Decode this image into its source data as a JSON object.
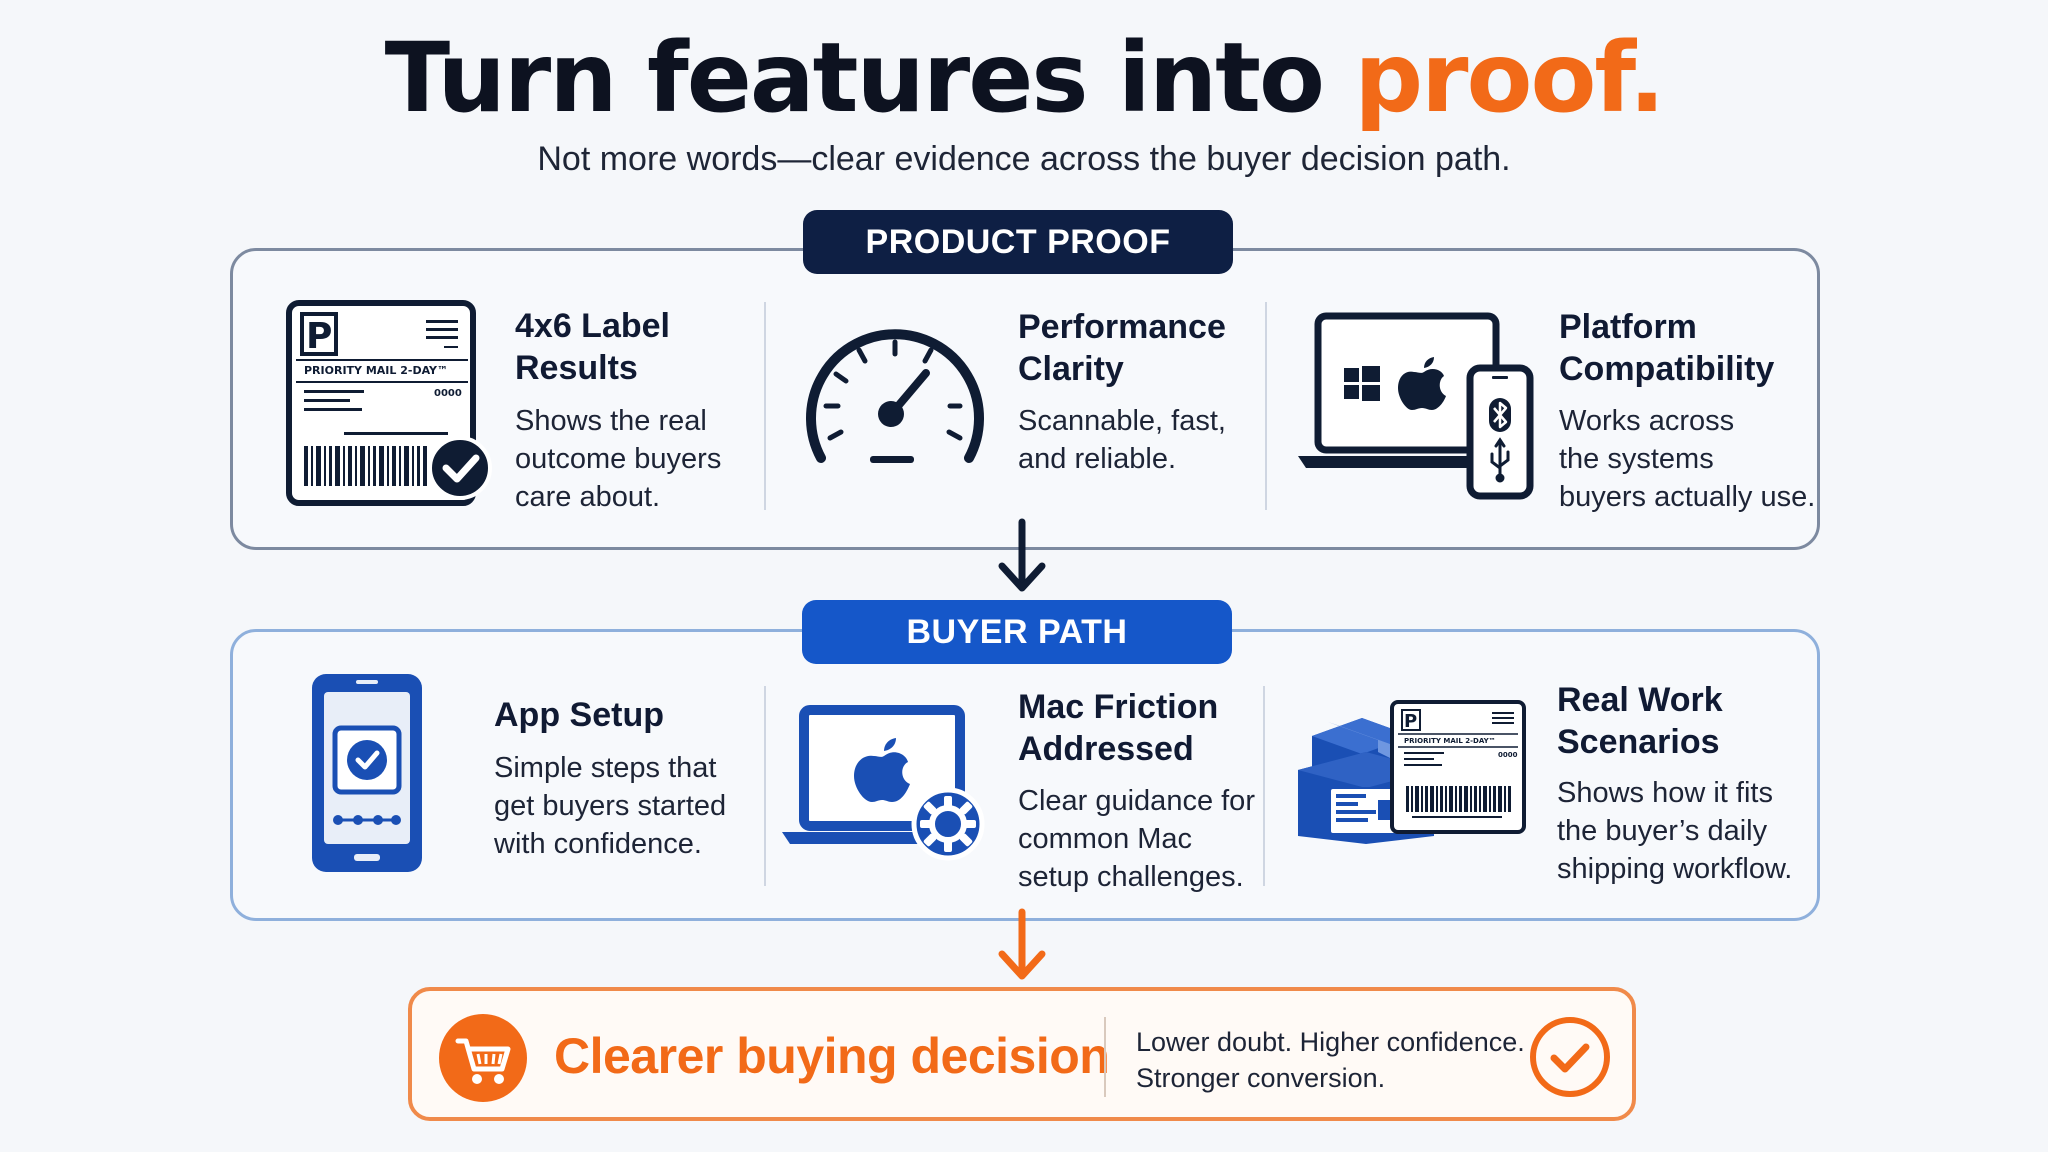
{
  "header": {
    "title_main": "Turn features into ",
    "title_accent": "proof.",
    "subtitle": "Not more words—clear evidence across the buyer decision path."
  },
  "product_proof": {
    "label": "PRODUCT PROOF",
    "cards": [
      {
        "title_lines": [
          "4x6 Label",
          "Results"
        ],
        "desc_lines": [
          "Shows the real",
          "outcome buyers",
          "care about."
        ],
        "icon": "shipping-label-check-icon",
        "icon_text": {
          "letter": "P",
          "service": "PRIORITY MAIL 2-DAY™",
          "code": "0000"
        }
      },
      {
        "title_lines": [
          "Performance",
          "Clarity"
        ],
        "desc_lines": [
          "Scannable, fast,",
          "and reliable."
        ],
        "icon": "speedometer-icon"
      },
      {
        "title_lines": [
          "Platform",
          "Compatibility"
        ],
        "desc_lines": [
          "Works across",
          "the systems",
          "buyers actually use."
        ],
        "icon": "laptop-phone-platforms-icon"
      }
    ]
  },
  "buyer_path": {
    "label": "BUYER PATH",
    "cards": [
      {
        "title_lines": [
          "App Setup"
        ],
        "desc_lines": [
          "Simple steps that",
          "get buyers started",
          "with confidence."
        ],
        "icon": "phone-check-icon"
      },
      {
        "title_lines": [
          "Mac Friction",
          "Addressed"
        ],
        "desc_lines": [
          "Clear guidance for",
          "common Mac",
          "setup challenges."
        ],
        "icon": "mac-laptop-gear-icon"
      },
      {
        "title_lines": [
          "Real Work",
          "Scenarios"
        ],
        "desc_lines": [
          "Shows how it fits",
          "the buyer’s daily",
          "shipping workflow."
        ],
        "icon": "boxes-label-icon",
        "icon_text": {
          "letter": "P",
          "service": "PRIORITY MAIL 2-DAY™",
          "code": "0000"
        }
      }
    ]
  },
  "decision": {
    "title": "Clearer buying decision",
    "desc_lines": [
      "Lower doubt. Higher confidence.",
      "Stronger conversion."
    ],
    "icons": [
      "cart-icon",
      "check-circle-icon"
    ]
  },
  "colors": {
    "navy": "#0e1f44",
    "blue": "#1557c9",
    "orange": "#f26a18",
    "icon_navy": "#0f1c33",
    "icon_blue": "#1a4fb4"
  }
}
